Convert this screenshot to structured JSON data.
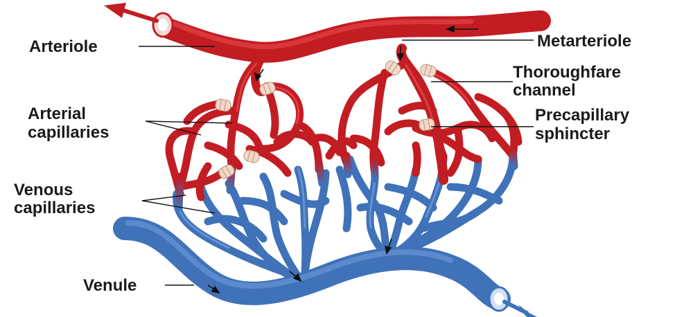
{
  "labels": {
    "arteriole": "Arteriole",
    "metarteriole": "Metarteriole",
    "thoroughfare_line1": "Thoroughfare",
    "thoroughfare_line2": "channel",
    "arterial_line1": "Arterial",
    "arterial_line2": "capillaries",
    "precap_line1": "Precapillary",
    "precap_line2": "sphincter",
    "venous_line1": "Venous",
    "venous_line2": "capillaries",
    "venule": "Venule"
  },
  "colors": {
    "arterial": "#c21d22",
    "venous": "#3f72b8",
    "sphincter": "#f3d8c8"
  }
}
